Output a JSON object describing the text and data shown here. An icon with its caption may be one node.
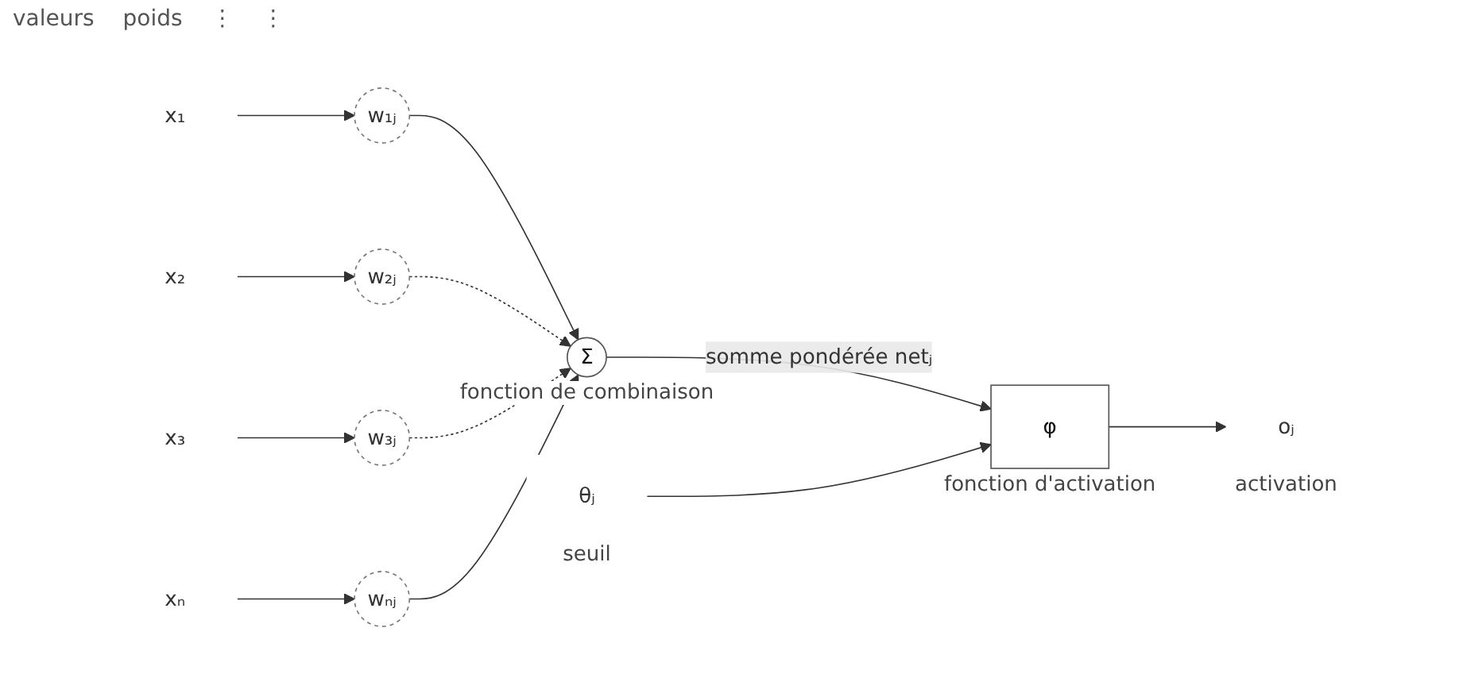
{
  "diagram": {
    "nodes": [
      {
        "text": [
          "x₁"
        ]
      },
      {
        "text": [
          "x₂"
        ]
      },
      {
        "text": [
          "x₃"
        ]
      },
      {
        "text": [
          "xₙ"
        ]
      },
      {
        "text": [
          "w₁ⱼ"
        ]
      },
      {
        "text": [
          "w₂ⱼ"
        ]
      },
      {
        "text": [
          "w₃ⱼ"
        ]
      },
      {
        "text": [
          "wₙⱼ"
        ]
      },
      {
        "text": [
          "Σ"
        ],
        "beside": [
          "fonction de combinaison"
        ]
      },
      {
        "text": [
          "φ"
        ],
        "beside": [
          "fonction d'activation"
        ]
      },
      {
        "text": [
          "oⱼ"
        ],
        "beside": [
          "activation"
        ]
      },
      {
        "text": [
          "θⱼ"
        ],
        "beside": [
          "seuil"
        ]
      }
    ],
    "edges": [
      {
        "from": 0,
        "to": 4,
        "arrow": "to"
      },
      {
        "from": 1,
        "to": 5,
        "arrow": "to"
      },
      {
        "from": 2,
        "to": 6,
        "arrow": "to"
      },
      {
        "from": 3,
        "to": 7,
        "arrow": "to"
      },
      {
        "from": 4,
        "to": 8,
        "arrow": "to"
      },
      {
        "from": 5,
        "to": 8,
        "arrow": "to",
        "style": "dashed"
      },
      {
        "from": 6,
        "to": 8,
        "arrow": "to",
        "style": "dashed"
      },
      {
        "from": 7,
        "to": 8,
        "arrow": "to"
      },
      {
        "from": 8,
        "to": 9,
        "arrow": "to",
        "label": "somme pondérée netⱼ"
      },
      {
        "from": 11,
        "to": 9,
        "arrow": "to"
      },
      {
        "from": 9,
        "to": 10,
        "arrow": "to"
      }
    ],
    "labels": [
      "valeurs",
      "poids",
      "⋮",
      "⋮"
    ]
  }
}
